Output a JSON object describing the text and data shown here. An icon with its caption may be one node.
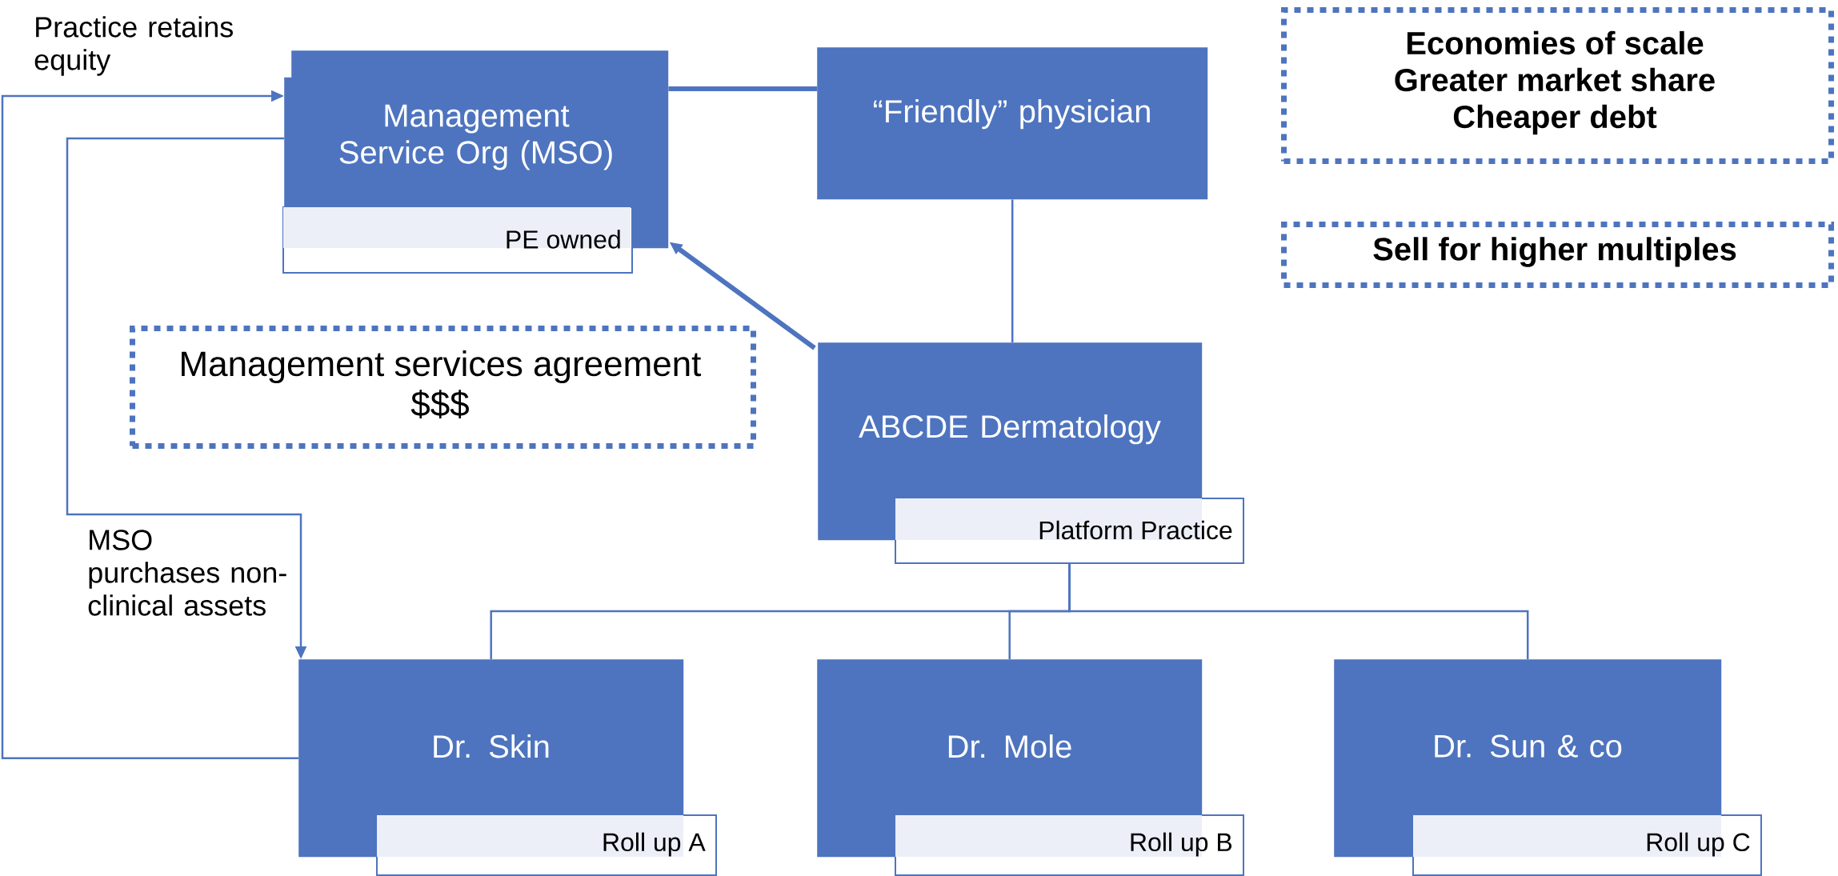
{
  "diagram": {
    "nodes": [
      {
        "text": [
          "Management Service Org (MSO)"
        ]
      },
      {
        "text": [
          "PE owned"
        ]
      },
      {
        "text": [
          "“Friendly” physician"
        ]
      },
      {
        "text": [
          "Management services agreement",
          "$$$"
        ]
      },
      {
        "text": [
          "ABCDE Dermatology"
        ]
      },
      {
        "text": [
          "Platform Practice"
        ]
      },
      {
        "text": [
          "Dr. Skin"
        ]
      },
      {
        "text": [
          "Roll up A"
        ]
      },
      {
        "text": [
          "Dr. Mole"
        ]
      },
      {
        "text": [
          "Roll up B"
        ]
      },
      {
        "text": [
          "Dr. Sun & co"
        ]
      },
      {
        "text": [
          "Roll up C"
        ]
      },
      {
        "text": [
          "Economies of scale",
          "Greater market share",
          "Cheaper debt"
        ]
      },
      {
        "text": [
          "Sell for higher multiples"
        ]
      }
    ],
    "edges": [
      {
        "from": 0,
        "to": 2,
        "arrow": "none",
        "style": "thick"
      },
      {
        "from": 2,
        "to": 4,
        "arrow": "none"
      },
      {
        "from": 4,
        "to": 0,
        "arrow": "to",
        "style": "thick"
      },
      {
        "from": 5,
        "to": 6,
        "arrow": "none"
      },
      {
        "from": 5,
        "to": 8,
        "arrow": "none"
      },
      {
        "from": 5,
        "to": 10,
        "arrow": "none"
      },
      {
        "from": 6,
        "to": 0,
        "arrow": "to",
        "label": "Practice retains equity"
      },
      {
        "from": 0,
        "to": 6,
        "arrow": "to",
        "label": "MSO purchases non-clinical assets"
      }
    ]
  }
}
